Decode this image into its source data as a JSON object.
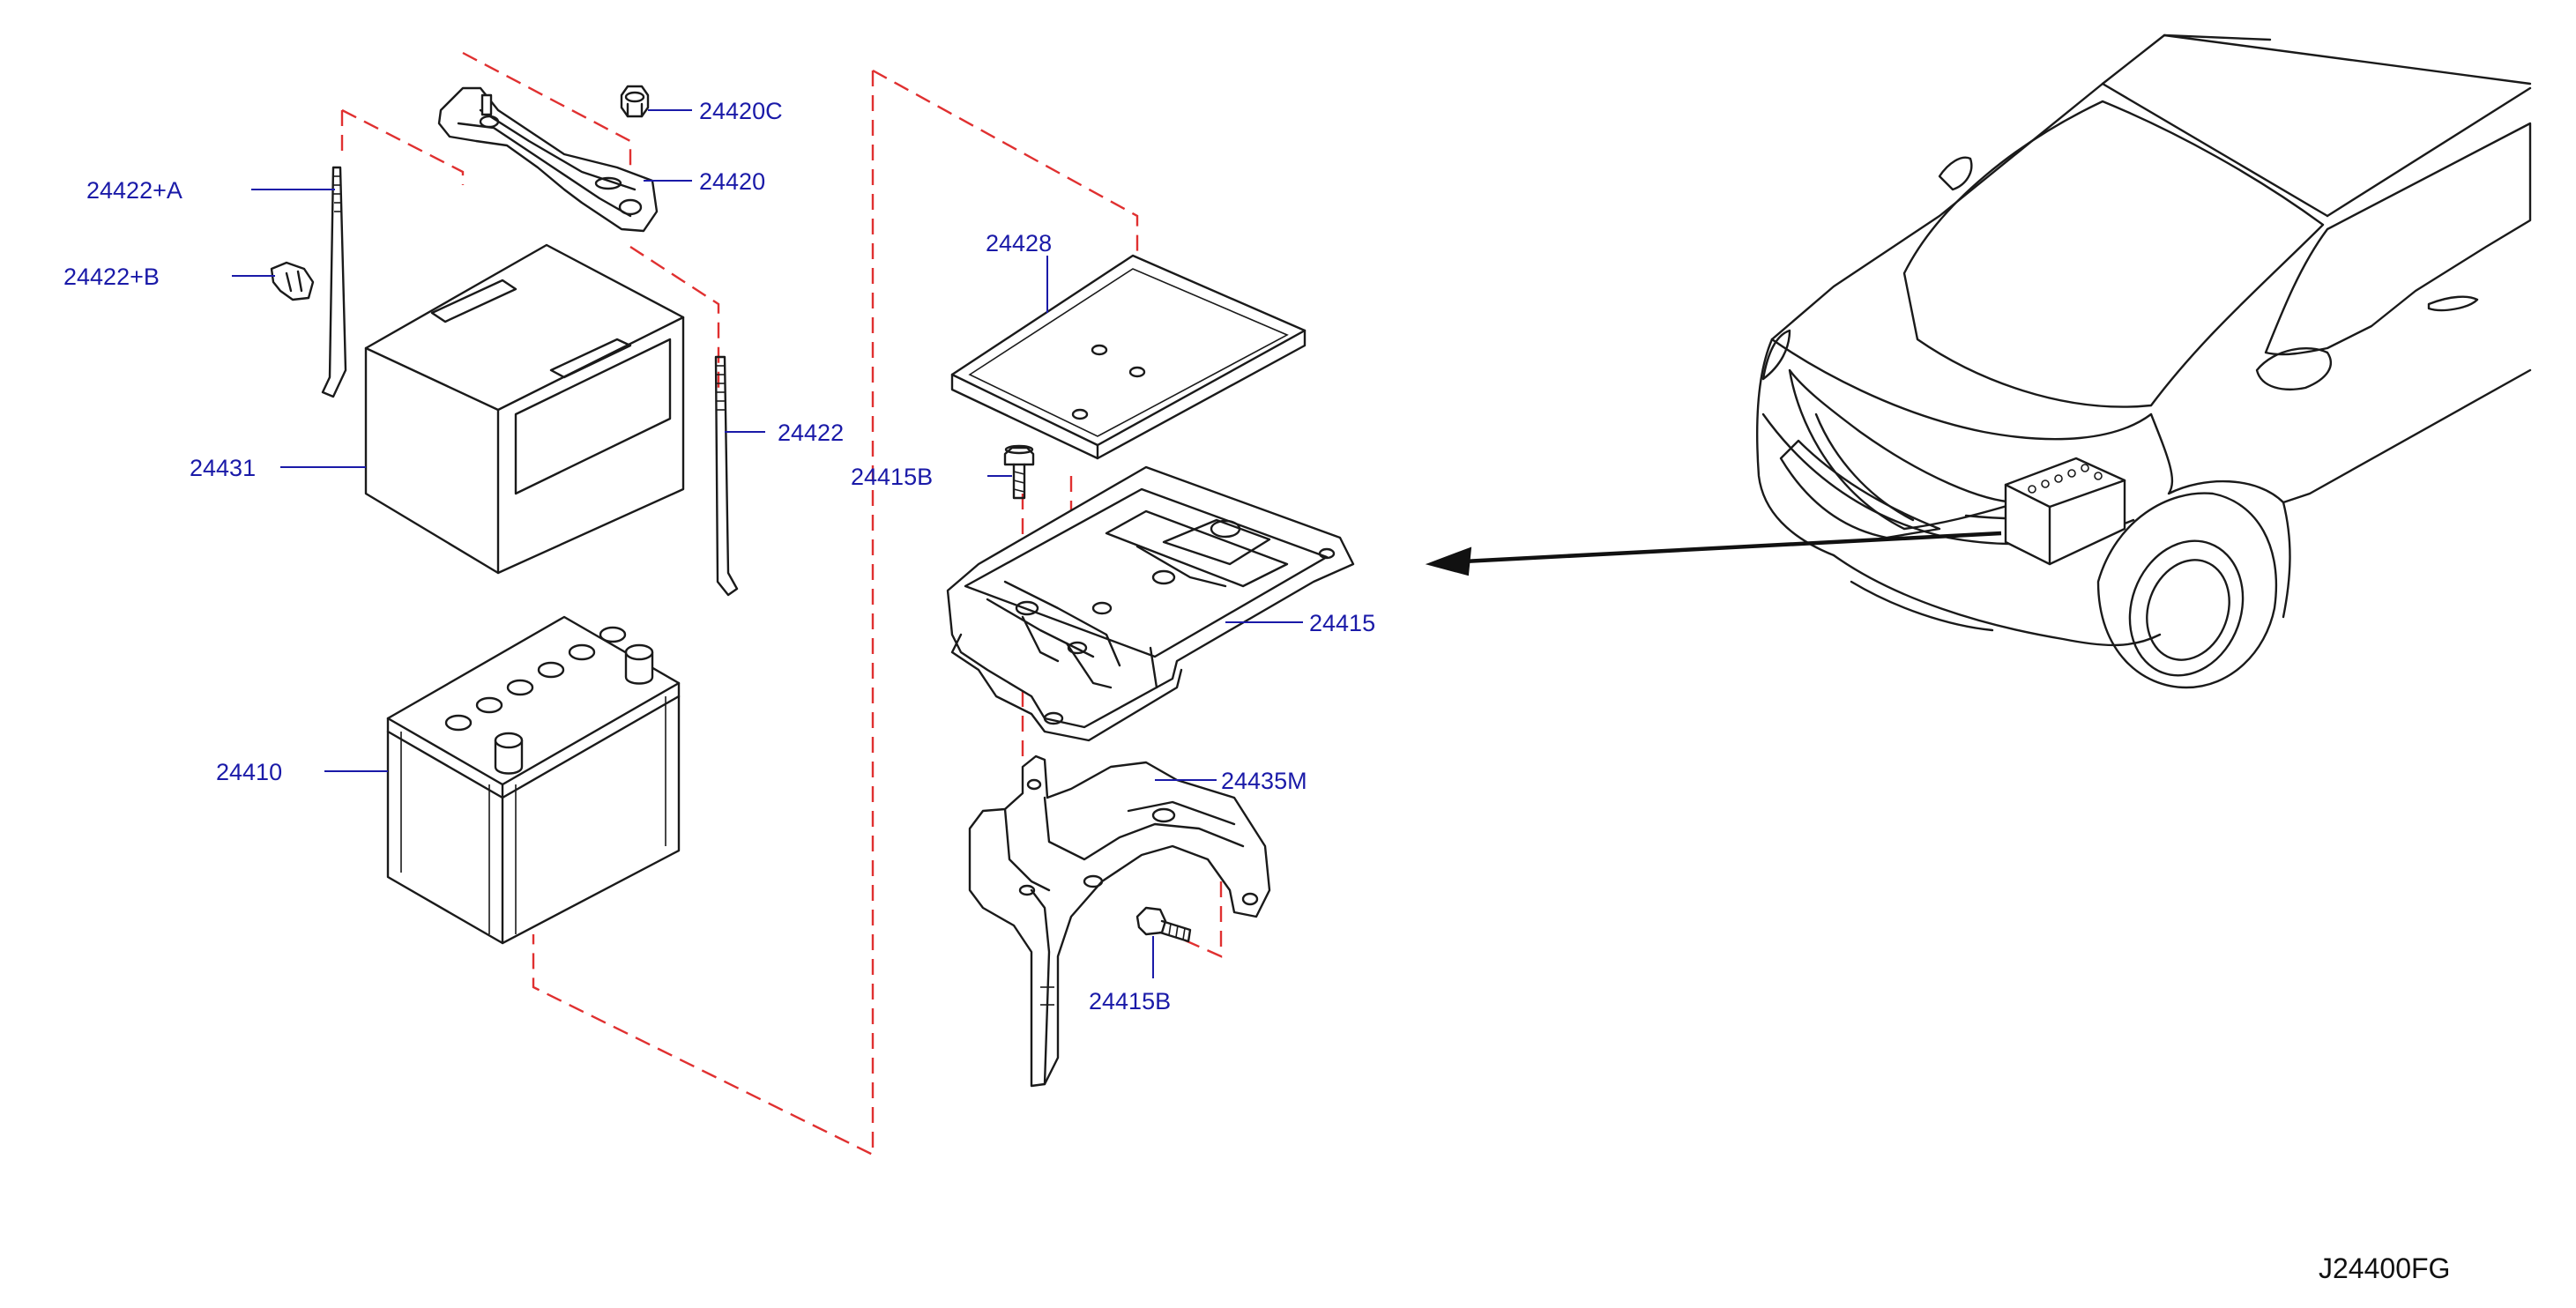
{
  "diagram": {
    "parts": [
      {
        "id": "24422-a",
        "label": "24422+A"
      },
      {
        "id": "24422-b",
        "label": "24422+B"
      },
      {
        "id": "24420c",
        "label": "24420C"
      },
      {
        "id": "24420",
        "label": "24420"
      },
      {
        "id": "24431",
        "label": "24431"
      },
      {
        "id": "24422",
        "label": "24422"
      },
      {
        "id": "24410",
        "label": "24410"
      },
      {
        "id": "24428",
        "label": "24428"
      },
      {
        "id": "24415b-top",
        "label": "24415B"
      },
      {
        "id": "24415",
        "label": "24415"
      },
      {
        "id": "24435m",
        "label": "24435M"
      },
      {
        "id": "24415b-bottom",
        "label": "24415B"
      }
    ],
    "diagram_code": "J24400FG"
  },
  "colors": {
    "label": "#1a1aa8",
    "line": "#1a1a1a",
    "dashed_guide": "#e03030",
    "background": "#ffffff"
  }
}
